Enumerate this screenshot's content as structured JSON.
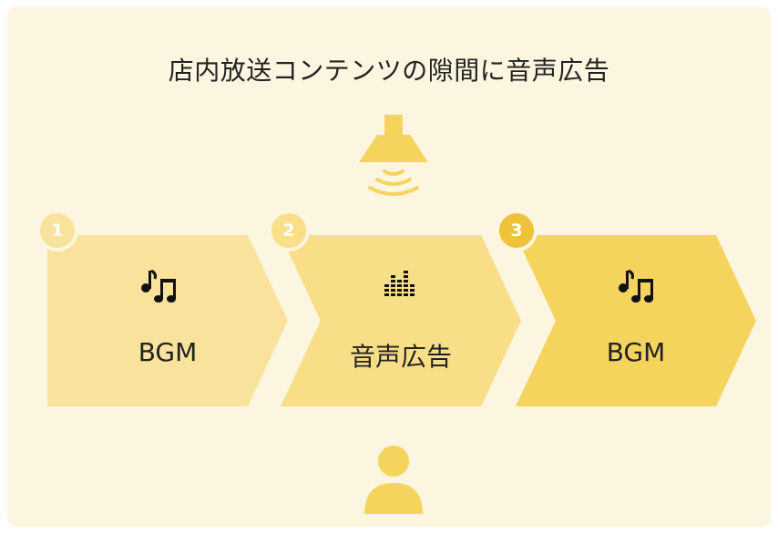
{
  "title": "店内放送コンテンツの隙間に音声広告",
  "steps": [
    {
      "number": "1",
      "label": "BGM",
      "icon": "music-notes-icon"
    },
    {
      "number": "2",
      "label": "音声広告",
      "icon": "equalizer-icon"
    },
    {
      "number": "3",
      "label": "BGM",
      "icon": "music-notes-icon"
    }
  ],
  "icons": {
    "top": "speaker-icon",
    "bottom": "listener-icon"
  },
  "colors": {
    "background": "#fcf5df",
    "step1": "#f9e39c",
    "step2": "#f8de87",
    "step3": "#f5d45e",
    "accent": "#f0c23a",
    "badge_light": "#f9df8a"
  }
}
